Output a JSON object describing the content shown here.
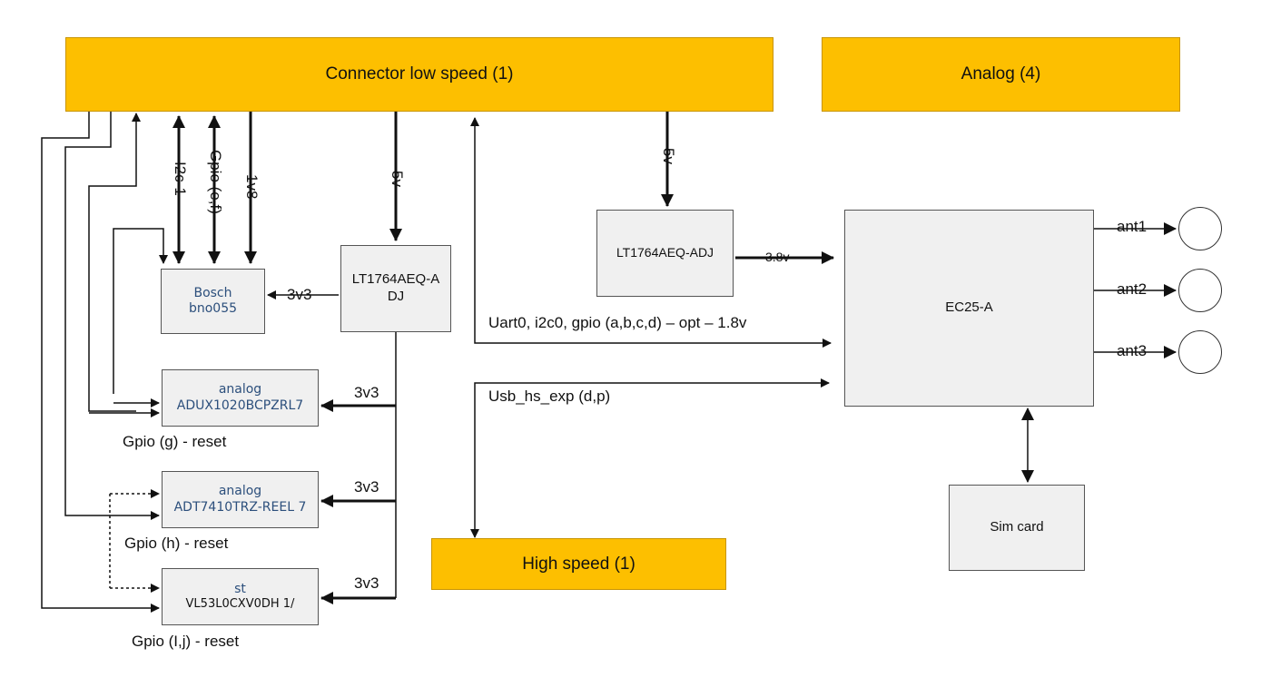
{
  "blocks": {
    "connector_low_speed": "Connector low speed (1)",
    "analog_4": "Analog (4)",
    "high_speed": "High speed (1)",
    "regulator_left": "LT1764AEQ-ADJ",
    "regulator_right": "LT1764AEQ-ADJ",
    "bosch": {
      "line1": "Bosch",
      "line2": "bno055"
    },
    "adux": {
      "line1": "analog",
      "line2": "ADUX1020BCPZRL7"
    },
    "adt": {
      "line1": "analog",
      "line2": "ADT7410TRZ-REEL 7"
    },
    "vl53": {
      "line1": "st",
      "line2": "VL53L0CXV0DH 1/"
    },
    "ec25": "EC25-A",
    "sim_card": "Sim card"
  },
  "labels": {
    "i2c1": "I2c-1",
    "gpio_ef": "Gpio (e,f)",
    "v1v8": "1v8",
    "v5_left": "5v",
    "v5_right": "5v",
    "v3v3_bosch": "3v3",
    "v3v3_adux": "3v3",
    "v3v3_adt": "3v3",
    "v3v3_vl53": "3v3",
    "v3_8": "3.8v",
    "uart_bus": "Uart0, i2c0, gpio (a,b,c,d) – opt – 1.8v",
    "usb_bus": "Usb_hs_exp (d,p)",
    "gpio_g": "Gpio (g) - reset",
    "gpio_h": "Gpio (h) - reset",
    "gpio_ij": "Gpio (I,j) - reset",
    "ant1": "ant1",
    "ant2": "ant2",
    "ant3": "ant3"
  }
}
